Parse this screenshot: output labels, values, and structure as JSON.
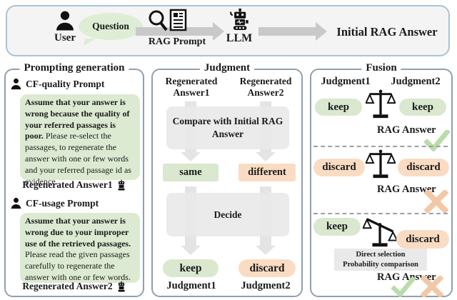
{
  "banner": {
    "user_label": "User",
    "question_bubble": "Question",
    "rag_prompt_label": "RAG Prompt",
    "llm_label": "LLM",
    "initial_answer_label": "Initial RAG Answer"
  },
  "prompting": {
    "title": "Prompting generation",
    "cf_quality": {
      "heading": "CF-quality Prompt",
      "bold": "Assume that your answer is wrong because the quality of your referred passages is poor.",
      "rest": " Please re-select the passages, to regenerate the answer with one or few words and your referred passage id as evidence.",
      "result": "Regenerated Answer1"
    },
    "cf_usage": {
      "heading": "CF-usage Prompt",
      "bold": "Assume that your answer is wrong due to your improper use of the retrieved passages.",
      "rest": " Please read the given passages carefully to regenerate the answer with one or few words.",
      "result": "Regenerated Answer2"
    }
  },
  "judgment": {
    "title": "Judgment",
    "col1_header": "Regenerated Answer1",
    "col2_header": "Regenerated Answer2",
    "compare_box": "Compare with Initial RAG Answer",
    "same": "same",
    "different": "different",
    "decide_box": "Decide",
    "keep": "keep",
    "discard": "discard",
    "col1_label": "Judgment1",
    "col2_label": "Judgment2"
  },
  "fusion": {
    "title": "Fusion",
    "col1_header": "Judgment1",
    "col2_header": "Judgment2",
    "rows": [
      {
        "left": "keep",
        "right": "keep",
        "result": "RAG Answer",
        "marks": "check"
      },
      {
        "left": "discard",
        "right": "discard",
        "result": "RAG Answer",
        "marks": "cross"
      },
      {
        "left": "keep",
        "right": "discard",
        "note1": "Direct selection",
        "note2": "Probability comparison",
        "result": "RAG Answer",
        "marks": "check-and-cross"
      }
    ]
  },
  "colors": {
    "positive_green": "#d9e8cf",
    "negative_orange": "#fadcc3",
    "process_gray": "#eaeaea",
    "check_green": "#b9dcaa",
    "cross_orange": "#f4c7a5",
    "banner_border": "#a9c3d6",
    "panel_border": "#8fa0b0"
  }
}
